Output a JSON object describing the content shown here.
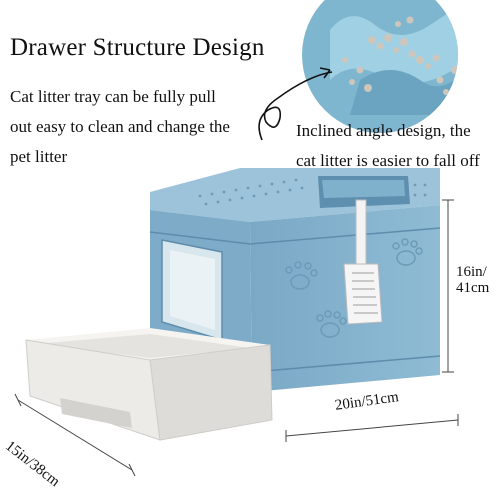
{
  "title": "Drawer Structure Design",
  "description_lines": [
    "Cat litter tray can be fully pull",
    "out easy to clean and change the",
    "pet litter"
  ],
  "inclined_lines": [
    "Inclined angle design, the",
    "cat litter is easier to fall off"
  ],
  "dimensions": {
    "height_line1": "16in/",
    "height_line2": "41cm",
    "width": "20in/51cm",
    "depth": "15in/38cm"
  },
  "colors": {
    "body_blue": "#86b3cf",
    "body_blue_dark": "#6e9fbe",
    "drawer_white": "#ecebe8"
  }
}
